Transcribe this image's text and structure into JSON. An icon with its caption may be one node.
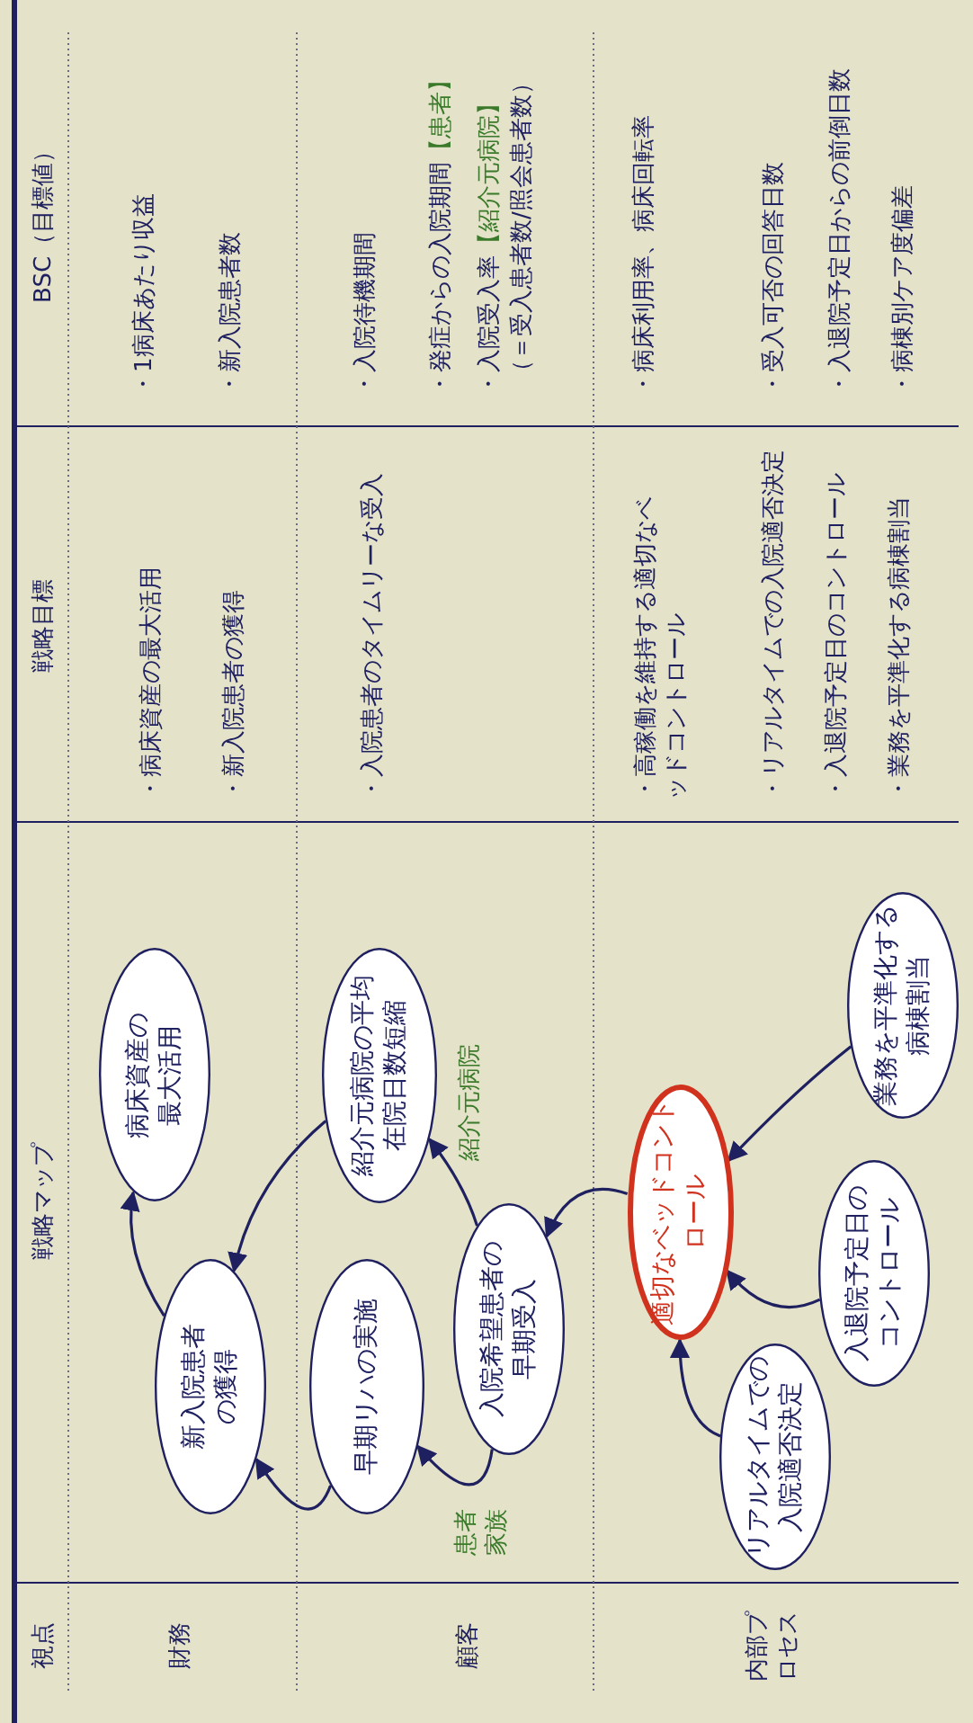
{
  "diagram": {
    "nodes": [
      {
        "text": [
          "新入院患者の獲得"
        ]
      },
      {
        "text": [
          "病床資産の最大活用"
        ]
      },
      {
        "text": [
          "早期リハの実施"
        ]
      },
      {
        "text": [
          "入院希望患者の早期受入"
        ]
      },
      {
        "text": [
          "紹介元病院の平均在院日数短縮"
        ]
      },
      {
        "text": [
          "リアルタイムでの入院適否決定"
        ]
      },
      {
        "text": [
          "入退院予定日のコントロール"
        ]
      },
      {
        "text": [
          "適切なベッドコントロール"
        ]
      },
      {
        "text": [
          "業務を平準化する病棟割当"
        ]
      }
    ],
    "edges": [
      {
        "from": 0,
        "to": 1,
        "arrow": "to"
      },
      {
        "from": 4,
        "to": 0,
        "arrow": "to"
      },
      {
        "from": 2,
        "to": 0,
        "arrow": "to"
      },
      {
        "from": 3,
        "to": 2,
        "arrow": "to",
        "label": "患者家族"
      },
      {
        "from": 3,
        "to": 4,
        "arrow": "to",
        "label": "紹介元病院"
      },
      {
        "from": 7,
        "to": 3,
        "arrow": "to"
      },
      {
        "from": 5,
        "to": 7,
        "arrow": "to"
      },
      {
        "from": 6,
        "to": 7,
        "arrow": "to"
      },
      {
        "from": 8,
        "to": 7,
        "arrow": "to"
      }
    ],
    "labels": [
      "視点",
      "戦略マップ",
      "戦略目標",
      "BSC（目標値）",
      "財務",
      "・病床資産の最大活用",
      "・新入院患者の獲得",
      "・1病床あたり収益",
      "・新入院患者数",
      "顧客",
      "・入院患者のタイムリーな受入",
      "・入院待機期間",
      "・発症からの入院期間",
      "【患者】",
      "・入院受入率",
      "【紹介元病院】",
      "（＝受入患者数/照会患者数）",
      "内部プロセス",
      "・高稼働を維持する適切なベッドコントロール",
      "・リアルタイムでの入院適否決定",
      "・入退院予定日のコントロール",
      "・業務を平準化する病棟割当",
      "・病床利用率、病床回転率",
      "・受入可否の回答日数",
      "・入退院予定日からの前倒日数",
      "・病棟別ケア度偏差"
    ]
  }
}
